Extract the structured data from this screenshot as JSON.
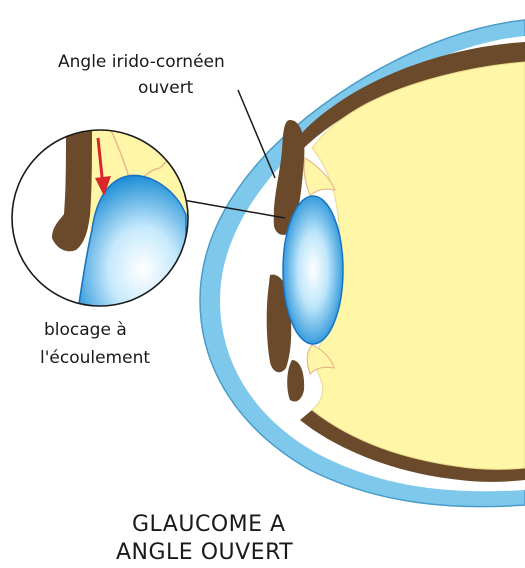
{
  "labels": {
    "angle_line1": "Angle irido-cornéen",
    "angle_line2": "ouvert",
    "block_line1": "blocage à",
    "block_line2": "l'écoulement",
    "title_line1": "GLAUCOME A",
    "title_line2": "ANGLE OUVERT"
  },
  "colors": {
    "cornea_blue": "#7ec8ec",
    "vitreous_yellow": "#fff6a8",
    "iris_brown": "#6b4a2b",
    "sclera_white": "#ffffff",
    "lens_light": "#e8f6ff",
    "lens_dark": "#1e8fd6",
    "arrow_red": "#d8262b",
    "outline": "#1a1a1a"
  }
}
